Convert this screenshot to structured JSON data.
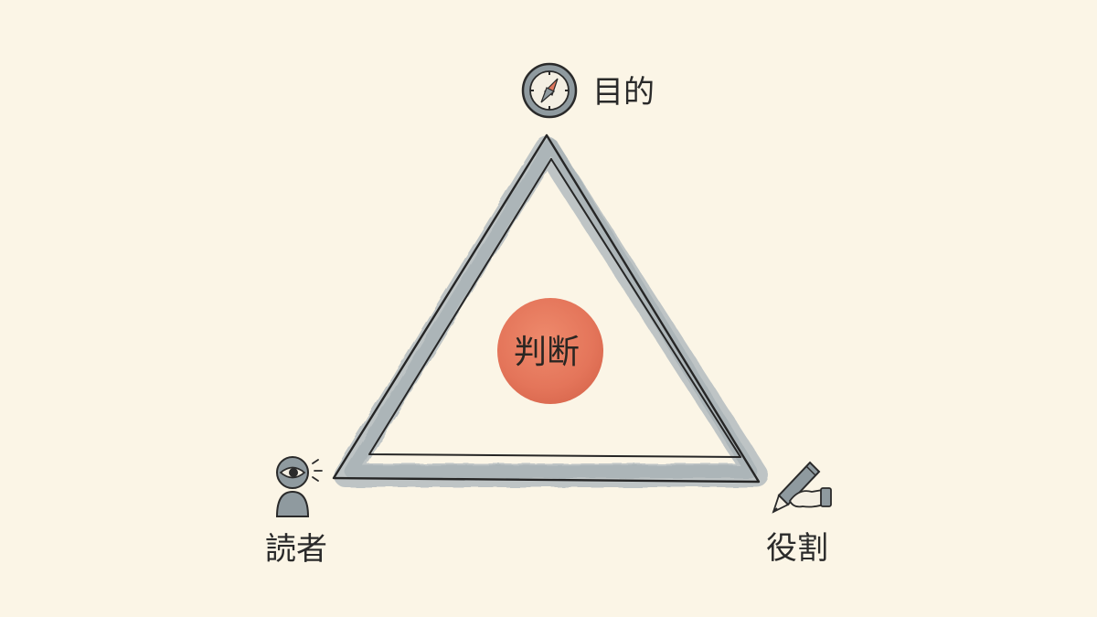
{
  "diagram": {
    "nodes": {
      "top": {
        "label": "目的",
        "icon": "compass-icon"
      },
      "left": {
        "label": "読者",
        "icon": "reader-eye-icon"
      },
      "right": {
        "label": "役割",
        "icon": "pencil-hand-icon"
      },
      "center": {
        "label": "判断"
      }
    },
    "colors": {
      "background": "#fbf5e6",
      "triangle_wash": "#a9b3b8",
      "triangle_line": "#2a2a2a",
      "center_circle": "#e5775a",
      "compass_needle": "#e0775e"
    }
  }
}
